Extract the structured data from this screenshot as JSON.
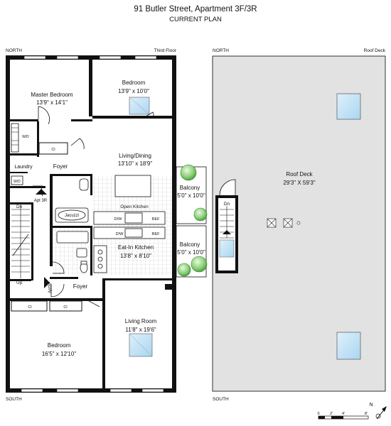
{
  "title": "91 Butler Street, Apartment 3F/3R",
  "subtitle": "CURRENT PLAN",
  "labels": {
    "north_left": "NORTH",
    "third_floor": "Third Floor",
    "north_right": "NORTH",
    "roof_deck_corner": "Roof Deck",
    "south_left": "SOUTH",
    "south_right": "SOUTH"
  },
  "rooms": {
    "master_bedroom": {
      "name": "Master Bedroom",
      "dims": "13'9\" x 14'1\""
    },
    "bedroom_north": {
      "name": "Bedroom",
      "dims": "13'9\" x 10'0\""
    },
    "living_dining": {
      "name": "Living/Dining",
      "dims": "13'10\" x 18'9\""
    },
    "balcony_1": {
      "name": "Balcony",
      "dims": "5'0\" x 10'0\""
    },
    "balcony_2": {
      "name": "Balcony",
      "dims": "5'0\" x 10'0\""
    },
    "eat_in_kitchen": {
      "name": "Eat-In Kitchen",
      "dims": "13'8\" x 8'10\""
    },
    "living_room": {
      "name": "Living Room",
      "dims": "11'8\" x 19'6\""
    },
    "bedroom_south": {
      "name": "Bedroom",
      "dims": "16'5\" x 12'10\""
    },
    "roof_deck": {
      "name": "Roof Deck",
      "dims": "29'3\" X 59'3\""
    }
  },
  "small_labels": {
    "laundry": "Laundry",
    "foyer_top": "Foyer",
    "foyer_bottom": "Foyer",
    "open_kitchen": "Open Kitchen",
    "jacuzzi": "Jacuzzi",
    "apt_3r": "Apt 3R",
    "apt_3f": "Apt3F",
    "dn_left": "Dn",
    "up_left": "Up",
    "dn_right": "Dn",
    "wd_1": "W/D",
    "wd_2": "W/D",
    "cl_1": "Cl",
    "cl_2": "Cl",
    "cl_3": "Cl",
    "dw_1": "D/W",
    "dw_2": "D/W",
    "ref_1": "REF",
    "ref_2": "REF"
  },
  "scale": {
    "compass": "N",
    "ticks": [
      "0",
      "2'",
      "4'",
      "8'"
    ]
  }
}
